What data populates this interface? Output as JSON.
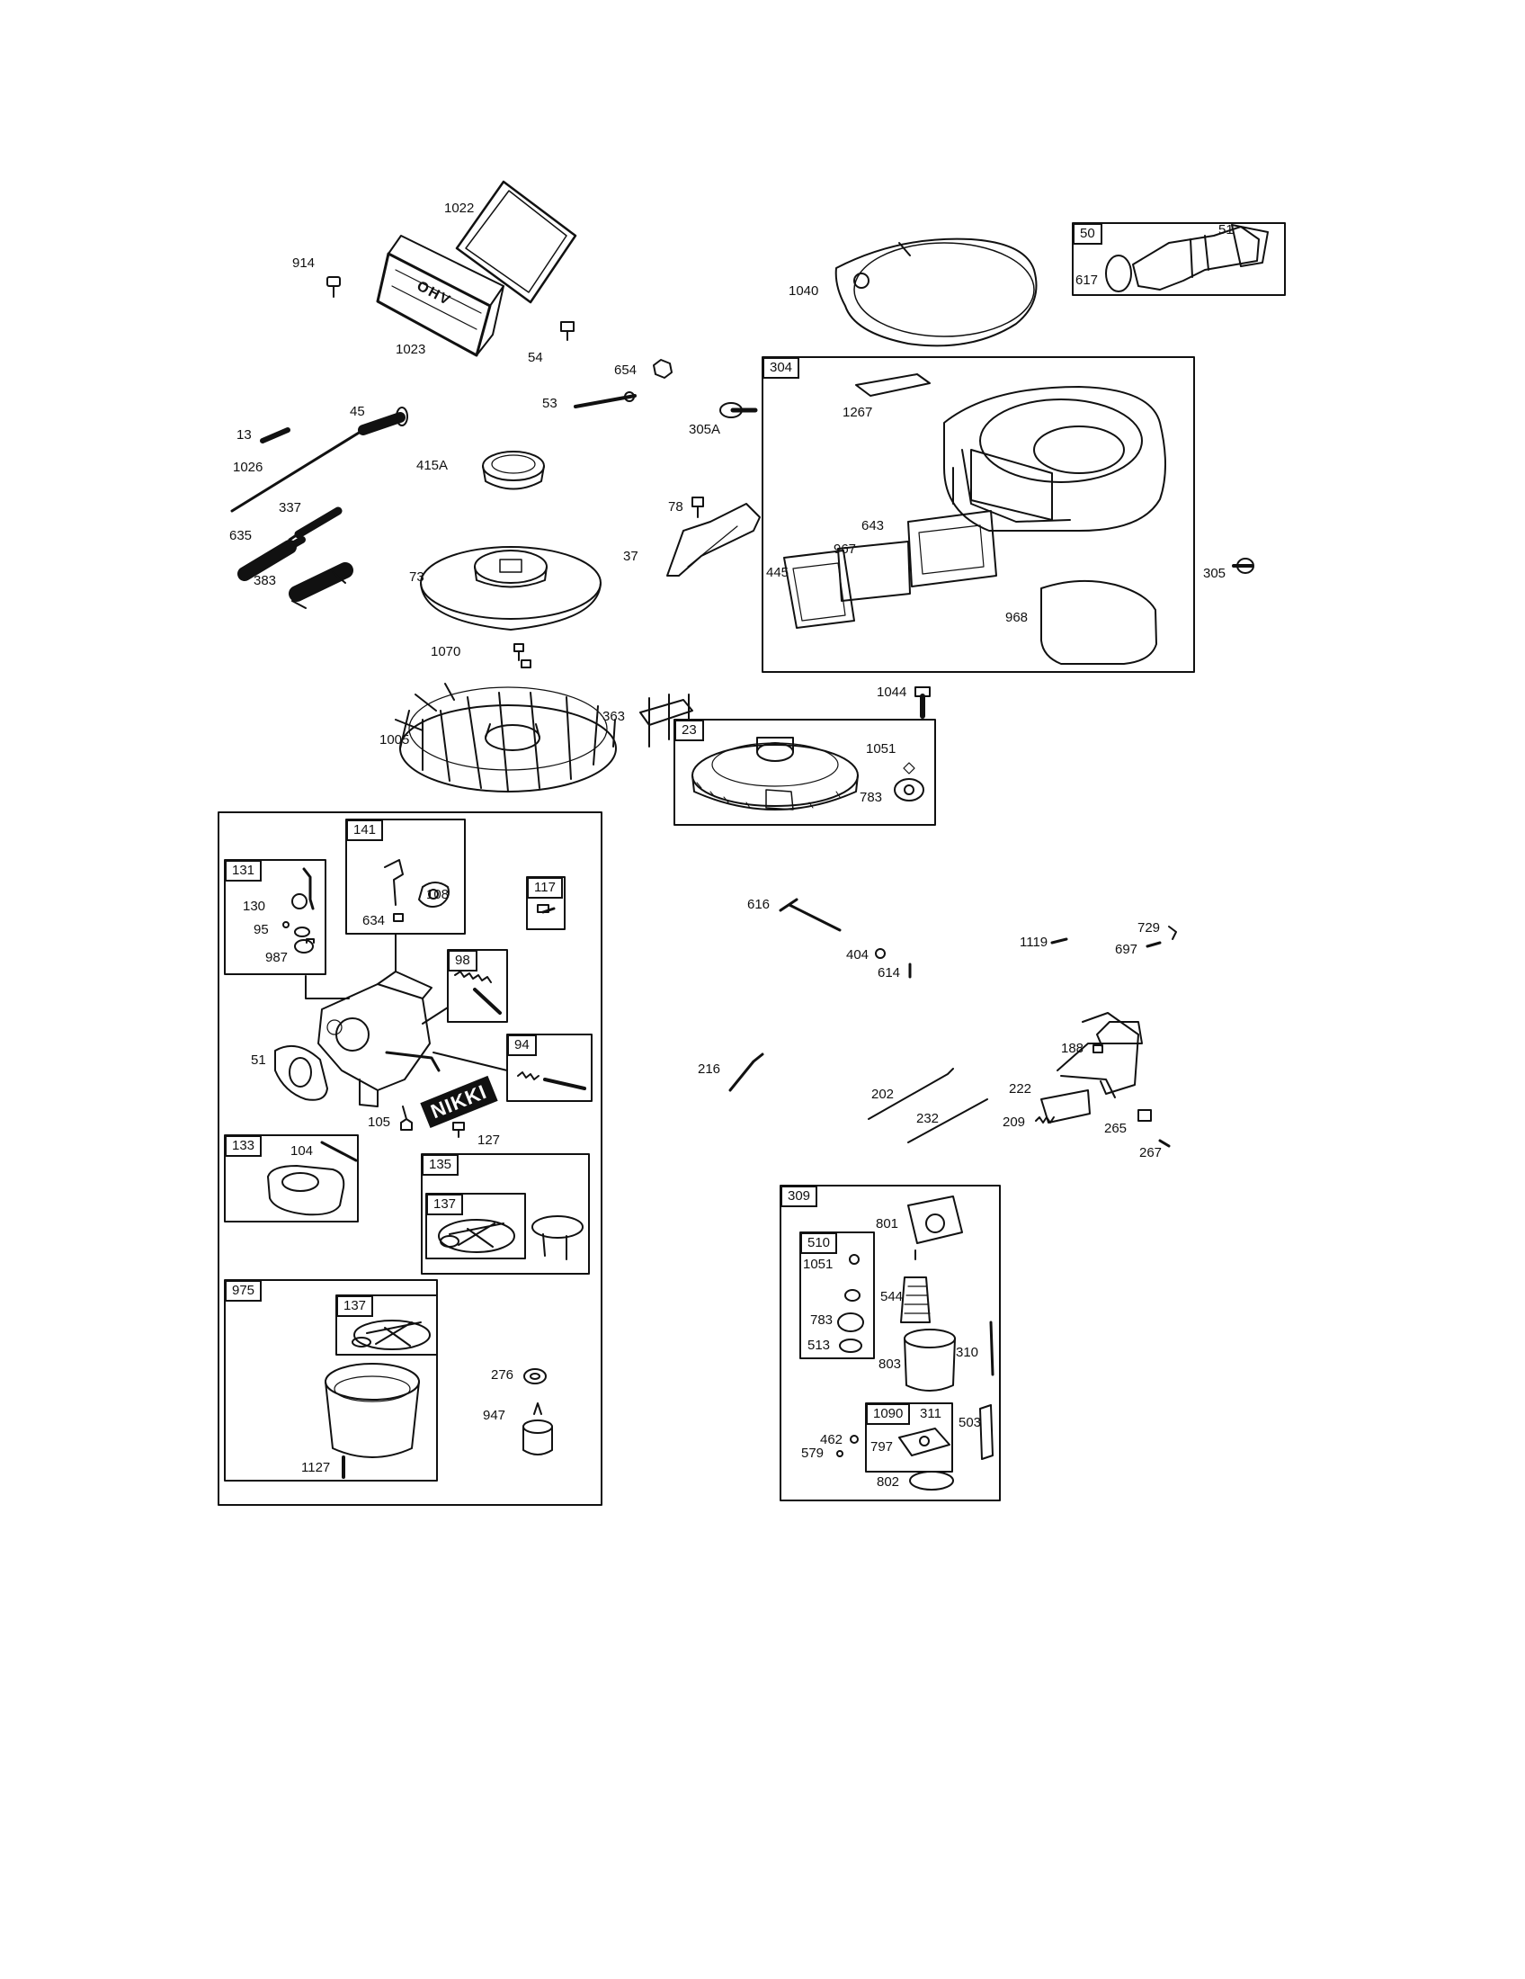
{
  "labels": {
    "l1022": "1022",
    "l914": "914",
    "l1023": "1023",
    "l54": "54",
    "l654": "654",
    "l53": "53",
    "l305A": "305A",
    "l1040": "1040",
    "l617": "617",
    "l51a": "51",
    "l13": "13",
    "l45": "45",
    "l1026": "1026",
    "l415A": "415A",
    "l337": "337",
    "l635": "635",
    "l383": "383",
    "l73": "73",
    "l78": "78",
    "l37": "37",
    "l1267": "1267",
    "l643": "643",
    "l967": "967",
    "l445": "445",
    "l968": "968",
    "l305": "305",
    "l1070": "1070",
    "l1005": "1005",
    "l363": "363",
    "l1044": "1044",
    "l1051a": "1051",
    "l783a": "783",
    "l130": "130",
    "l95": "95",
    "l987": "987",
    "l634": "634",
    "l108": "108",
    "l51b": "51",
    "l105": "105",
    "l127": "127",
    "l104": "104",
    "l276": "276",
    "l947": "947",
    "l1127": "1127",
    "l616": "616",
    "l404": "404",
    "l614": "614",
    "l1119": "1119",
    "l729": "729",
    "l697": "697",
    "l216": "216",
    "l188": "188",
    "l202": "202",
    "l222": "222",
    "l232": "232",
    "l209": "209",
    "l265": "265",
    "l267": "267",
    "l801": "801",
    "l1051b": "1051",
    "l544": "544",
    "l783b": "783",
    "l513": "513",
    "l310": "310",
    "l803": "803",
    "l311": "311",
    "l462": "462",
    "l797": "797",
    "l579": "579",
    "l503": "503",
    "l802": "802"
  },
  "boxes": {
    "b50": "50",
    "b304": "304",
    "b23": "23",
    "b141": "141",
    "b131": "131",
    "b117": "117",
    "b98": "98",
    "b94": "94",
    "b133": "133",
    "b135": "135",
    "b137a": "137",
    "b975": "975",
    "b137b": "137",
    "b309": "309",
    "b510": "510",
    "b1090": "1090"
  },
  "marks": {
    "valve_cover_text": "OHV",
    "carb_brand": "NIKKI"
  }
}
